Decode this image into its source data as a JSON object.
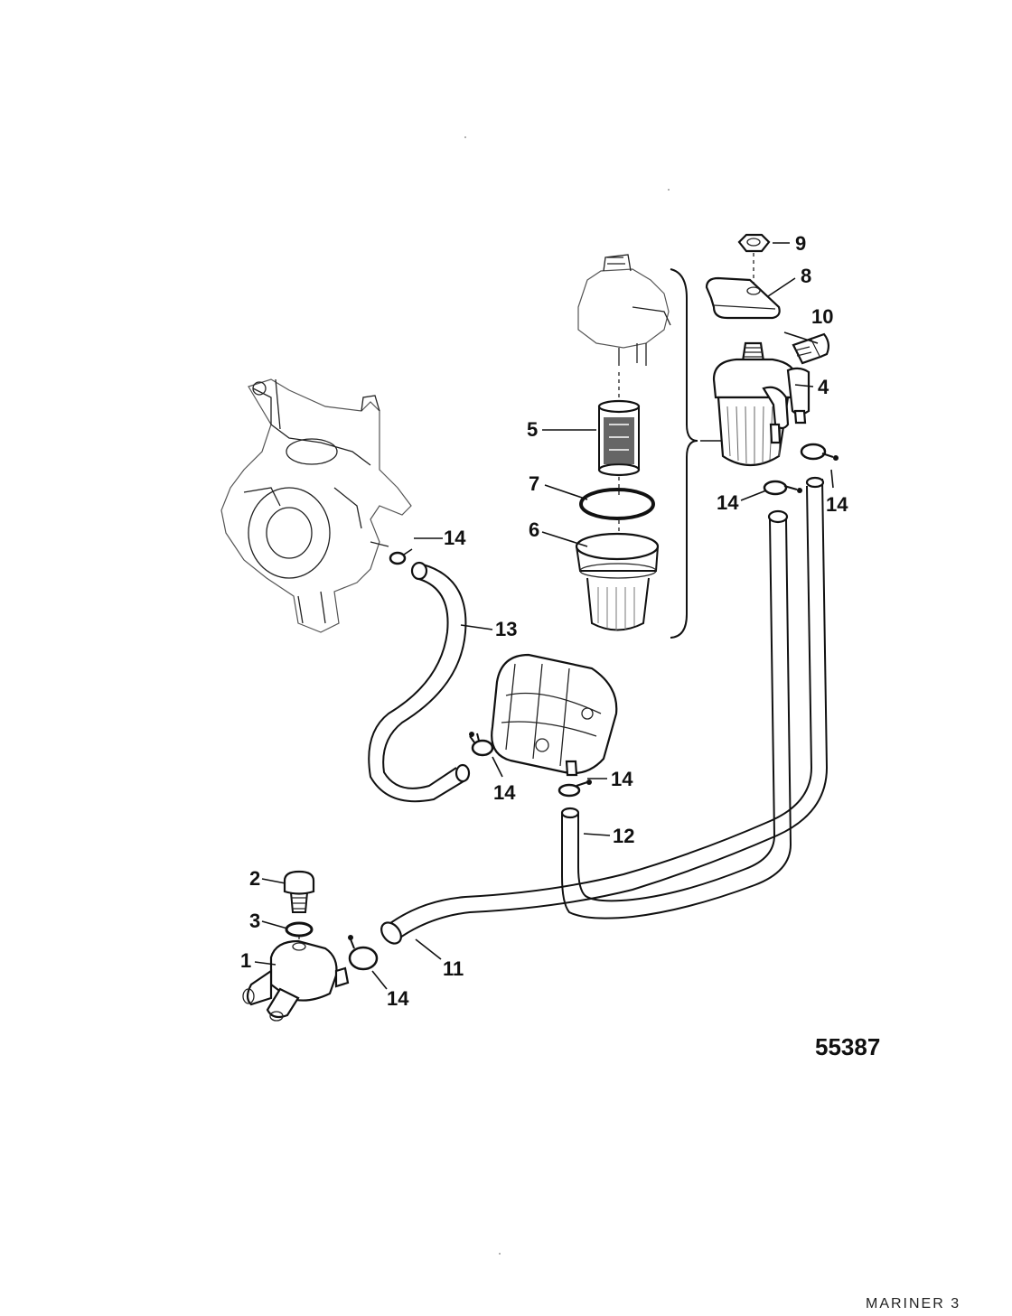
{
  "figure_number": "55387",
  "footer_text": "MARINER 3",
  "callouts": [
    {
      "id": "c1",
      "text": "1"
    },
    {
      "id": "c2",
      "text": "2"
    },
    {
      "id": "c3",
      "text": "3"
    },
    {
      "id": "c4",
      "text": "4"
    },
    {
      "id": "c5",
      "text": "5"
    },
    {
      "id": "c6",
      "text": "6"
    },
    {
      "id": "c7",
      "text": "7"
    },
    {
      "id": "c8",
      "text": "8"
    },
    {
      "id": "c9",
      "text": "9"
    },
    {
      "id": "c10",
      "text": "10"
    },
    {
      "id": "c11",
      "text": "11"
    },
    {
      "id": "c12",
      "text": "12"
    },
    {
      "id": "c13",
      "text": "13"
    },
    {
      "id": "c14a",
      "text": "14"
    },
    {
      "id": "c14b",
      "text": "14"
    },
    {
      "id": "c14c",
      "text": "14"
    },
    {
      "id": "c14d",
      "text": "14"
    },
    {
      "id": "c14e",
      "text": "14"
    },
    {
      "id": "c14f",
      "text": "14"
    }
  ]
}
